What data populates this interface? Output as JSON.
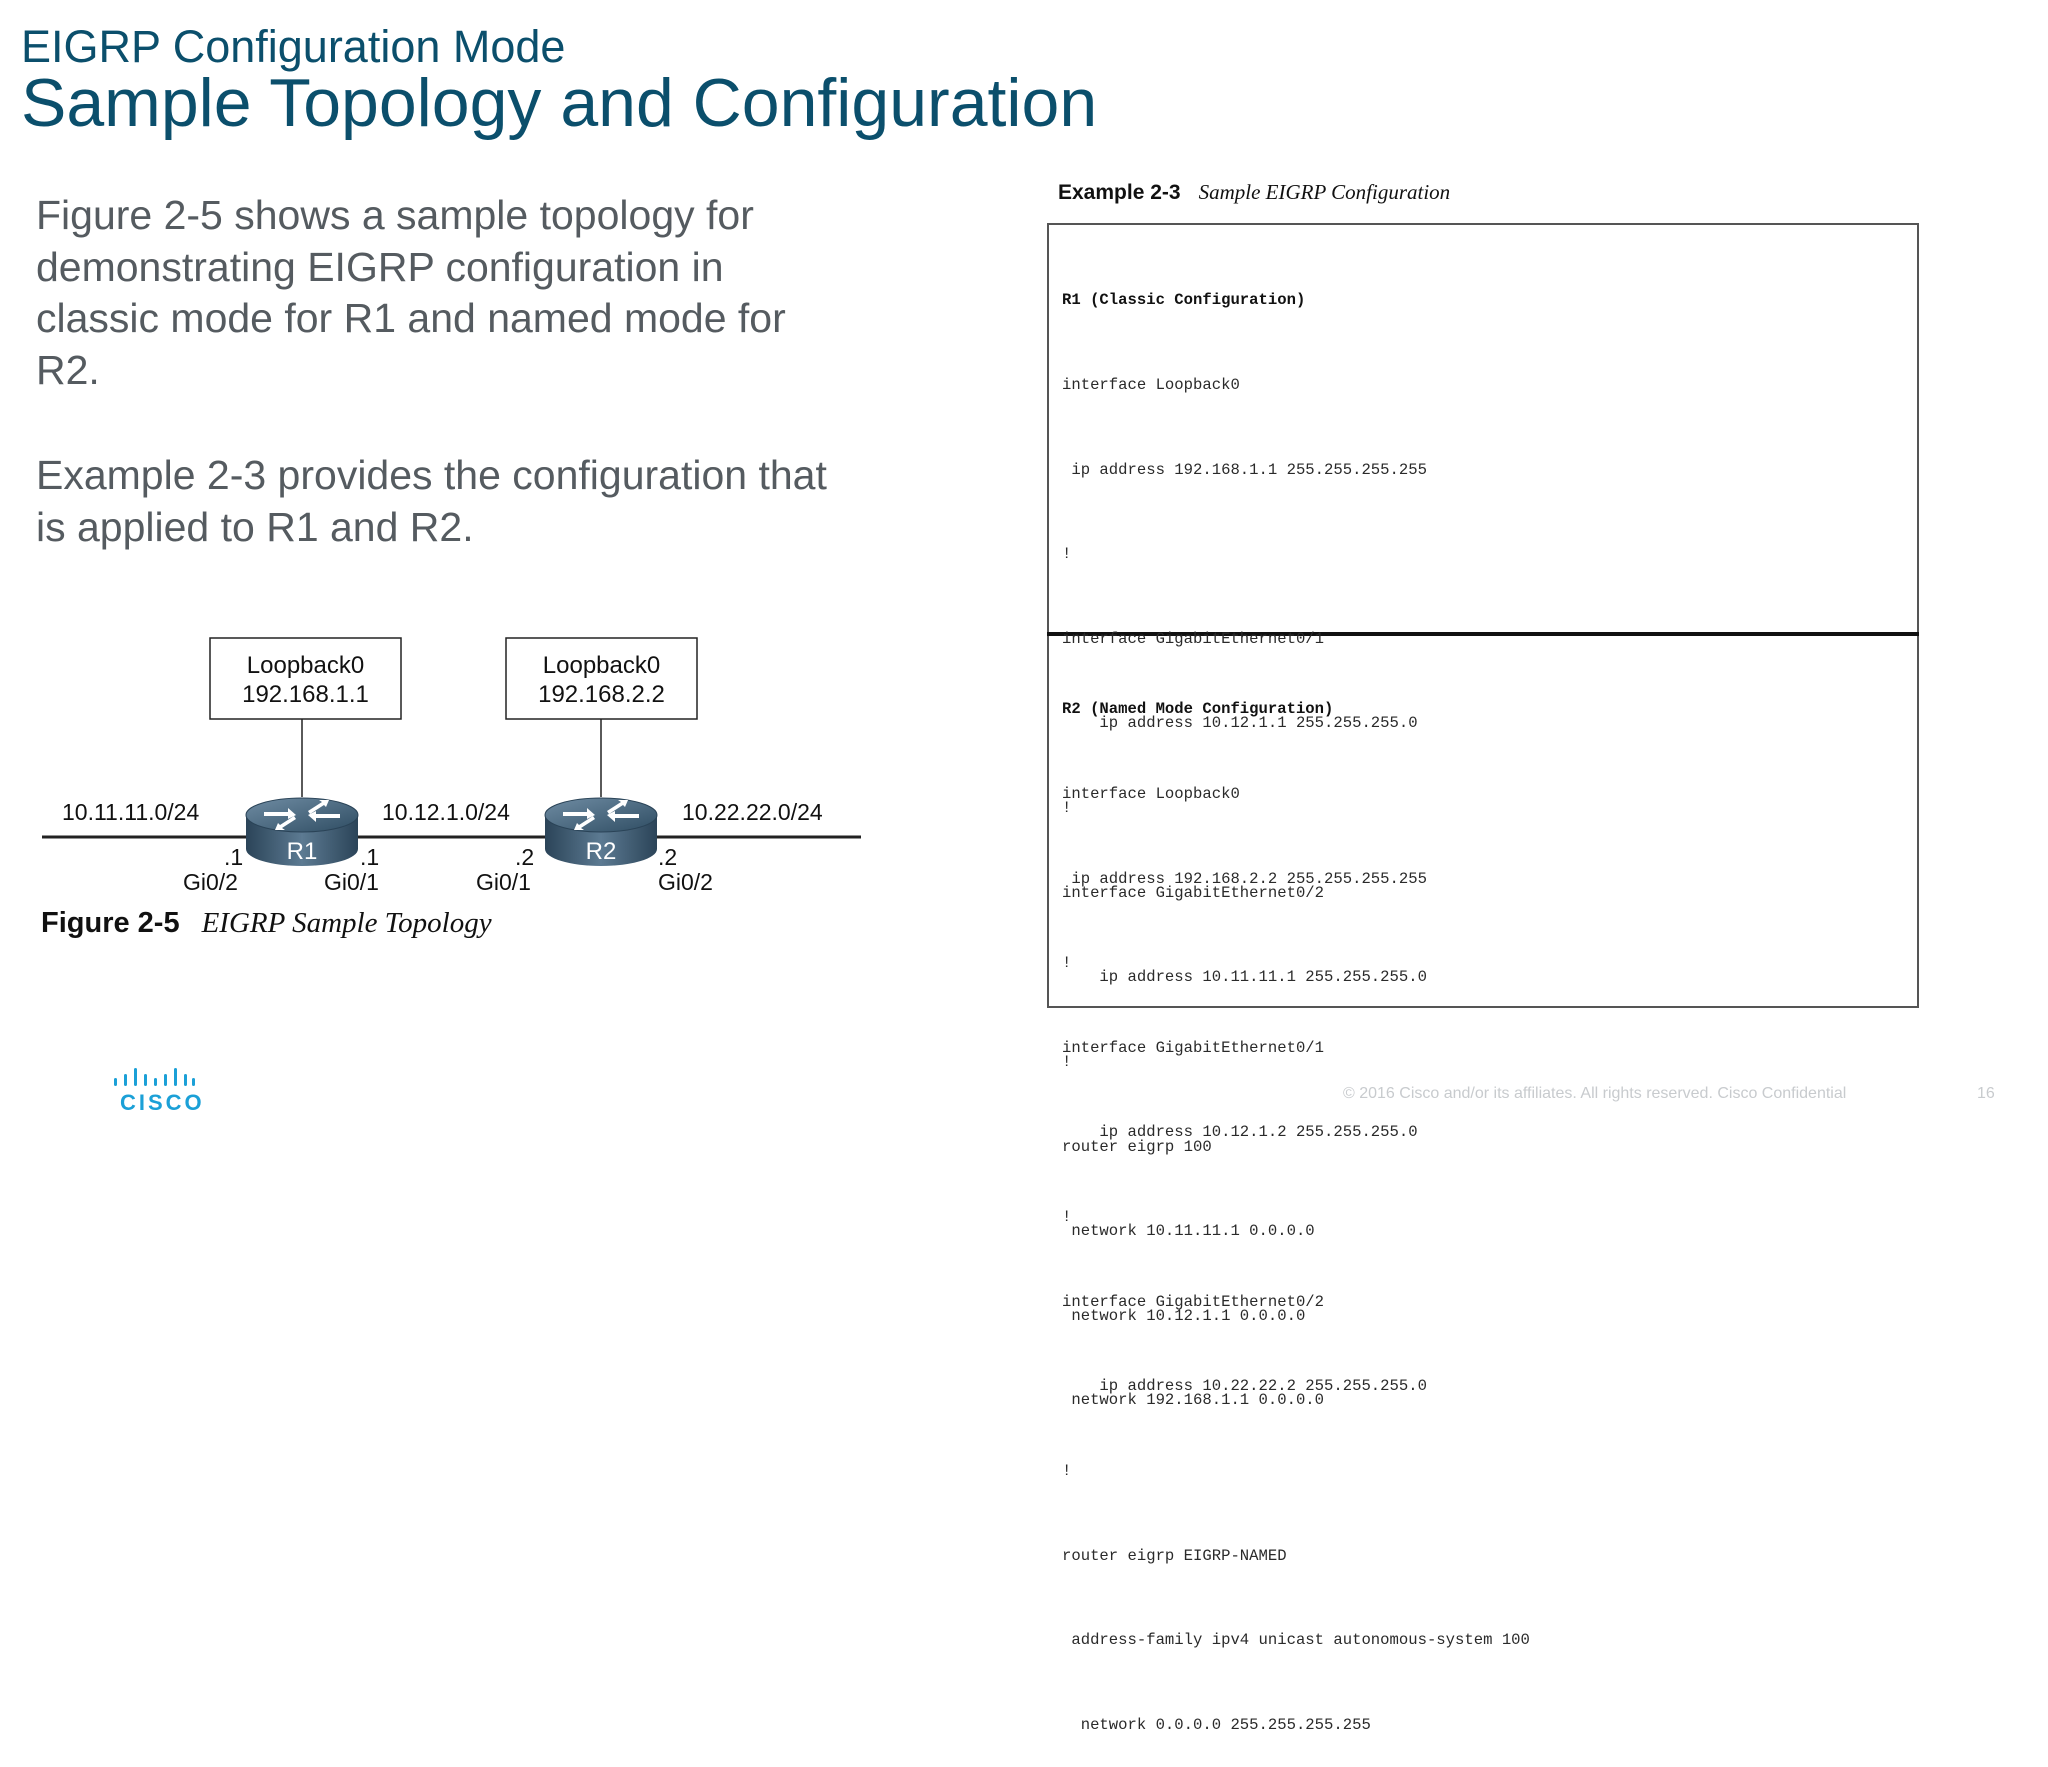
{
  "slide": {
    "supertitle": "EIGRP Configuration Mode",
    "title": "Sample Topology and Configuration",
    "paragraph1": "Figure 2-5 shows a sample topology for demonstrating EIGRP configuration in classic mode for R1 and named mode for R2.",
    "paragraph2": "Example 2-3 provides the configuration that is applied to R1 and R2."
  },
  "figure": {
    "number": "Figure 2-5",
    "caption": "EIGRP Sample Topology",
    "r1_loopback_name": "Loopback0",
    "r1_loopback_ip": "192.168.1.1",
    "r2_loopback_name": "Loopback0",
    "r2_loopback_ip": "192.168.2.2",
    "left_network": "10.11.11.0/24",
    "middle_network": "10.12.1.0/24",
    "right_network": "10.22.22.0/24",
    "r1_label": "R1",
    "r2_label": "R2",
    "r1_left_host": ".1",
    "r1_right_host": ".1",
    "r2_left_host": ".2",
    "r2_right_host": ".2",
    "r1_left_intf": "Gi0/2",
    "r1_right_intf": "Gi0/1",
    "r2_left_intf": "Gi0/1",
    "r2_right_intf": "Gi0/2"
  },
  "example": {
    "number": "Example 2-3",
    "caption": "Sample EIGRP Configuration",
    "r1_header": "R1 (Classic Configuration)",
    "r1_lines": [
      "interface Loopback0",
      " ip address 192.168.1.1 255.255.255.255",
      "!",
      "interface GigabitEthernet0/1",
      "    ip address 10.12.1.1 255.255.255.0",
      "!",
      "interface GigabitEthernet0/2",
      "    ip address 10.11.11.1 255.255.255.0",
      "!",
      "router eigrp 100",
      " network 10.11.11.1 0.0.0.0",
      " network 10.12.1.1 0.0.0.0",
      " network 192.168.1.1 0.0.0.0"
    ],
    "r2_header": "R2 (Named Mode Configuration)",
    "r2_lines": [
      "interface Loopback0",
      " ip address 192.168.2.2 255.255.255.255",
      "!",
      "interface GigabitEthernet0/1",
      "    ip address 10.12.1.2 255.255.255.0",
      "!",
      "interface GigabitEthernet0/2",
      "    ip address 10.22.22.2 255.255.255.0",
      "!",
      "router eigrp EIGRP-NAMED",
      " address-family ipv4 unicast autonomous-system 100",
      "  network 0.0.0.0 255.255.255.255"
    ]
  },
  "footer": {
    "logo_text": "CISCO",
    "copyright": "© 2016  Cisco and/or its affiliates. All rights reserved.   Cisco Confidential",
    "page": "16"
  },
  "colors": {
    "title": "#0b4f6c",
    "body_text": "#555b60",
    "cisco_blue": "#1ba0d7",
    "router_body": "#3c5a70"
  },
  "icons": {
    "router": "router-icon",
    "logo": "cisco-logo-icon"
  }
}
